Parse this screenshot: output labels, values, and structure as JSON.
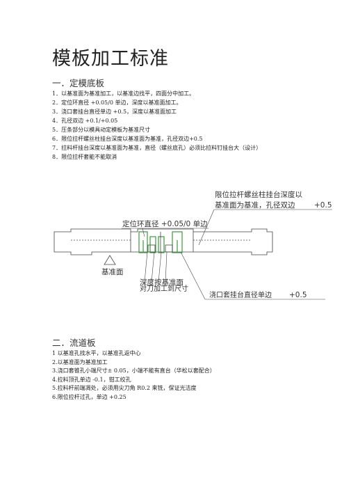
{
  "title": "模板加工标准",
  "section1": {
    "heading": "一．定模底板",
    "items": [
      "1．以基准面为基准加工，以基准边找平，四面分中加工。",
      "2．定位环直径 +0.05/0 单边，深度以基准面加工。",
      "3．浇口套挂台直径单边  +0.5，深度以基准面加工",
      "4．孔径双边 +0.1/+0.05",
      "5．压条部分以模具动定模板为基准尺寸",
      "6．限位拉杆螺丝柱挂台深度以基准面为基准，孔径双边+0.5",
      "7．拉料杆挂台深度以基准面为基准，直径（螺丝底孔）必须比拉料钉挂台大（设计）",
      "8．限位拉杆套能不能取消"
    ]
  },
  "diagram": {
    "label_limit_line1": "限位拉杆螺丝柱挂台深度以",
    "label_limit_line2": "基准面为基准，孔径双边",
    "label_limit_tol": "+0.5",
    "label_locating_ring": "定位环直径 +0.05/0 单边",
    "label_datum": "基准面",
    "label_depth": "深度按基准面",
    "label_depth2": "对刀加工到尺寸",
    "label_sprue": "浇口套挂台直径单边",
    "label_sprue_tol": "+0.5"
  },
  "section2": {
    "heading": "二．流道板",
    "items": [
      "1 以基准孔找水平，以基准孔返中心",
      "2.以基准面为基准加工",
      "3.浇口套锥孔小端尺寸±  0.05，小端不能有直台（华松以套配合）",
      "4.拉料顶孔单边 -0.1，钳工绞孔",
      "5.拉料杆前端凋处，必须用尖刀角    R0.2 来铣，保证光洁度",
      "6.限位拉杆过孔，单边  +0.25"
    ]
  },
  "colors": {
    "accent_green": "#3a9a3a",
    "line": "#444444"
  }
}
